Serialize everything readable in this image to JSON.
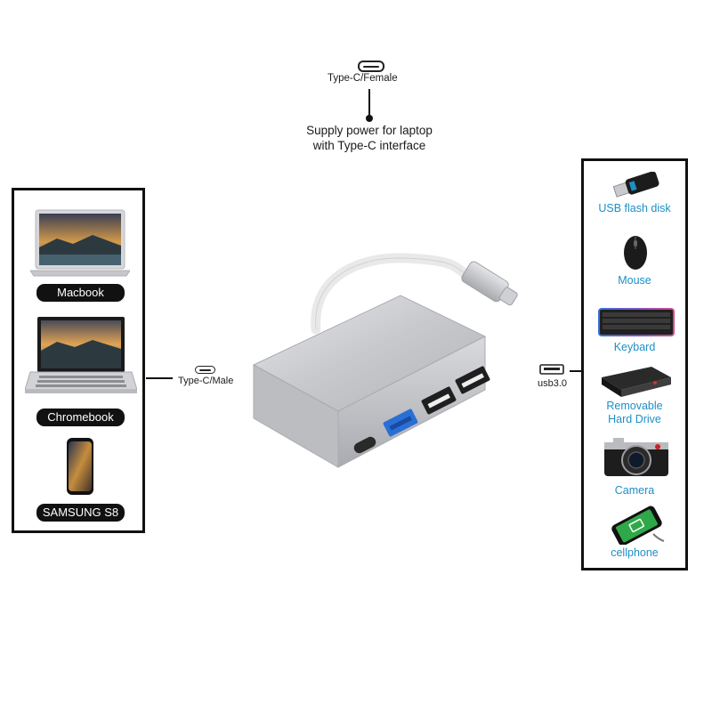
{
  "top": {
    "female_label": "Type-C/Female",
    "supply_line1": "Supply power for laptop",
    "supply_line2": "with Type-C interface"
  },
  "hub": {
    "male_label": "Type-C/Male",
    "usb_label": "usb3.0"
  },
  "left_devices": [
    {
      "label": "Macbook",
      "icon": "macbook-icon"
    },
    {
      "label": "Chromebook",
      "icon": "chromebook-icon"
    },
    {
      "label": "SAMSUNG S8",
      "icon": "phone-icon"
    }
  ],
  "right_devices": [
    {
      "label": "USB flash disk",
      "icon": "usb-flash-disk-icon"
    },
    {
      "label": "Mouse",
      "icon": "mouse-icon"
    },
    {
      "label": "Keybard",
      "icon": "keyboard-icon"
    },
    {
      "label_line1": "Removable",
      "label_line2": "Hard Drive",
      "icon": "hard-drive-icon"
    },
    {
      "label": "Camera",
      "icon": "camera-icon"
    },
    {
      "label": "cellphone",
      "icon": "cellphone-icon"
    }
  ],
  "colors": {
    "label_blue": "#1c8fc7",
    "hub_silver": "#c9cacd",
    "usb3_blue": "#2a6fd6",
    "frame": "#111111"
  }
}
